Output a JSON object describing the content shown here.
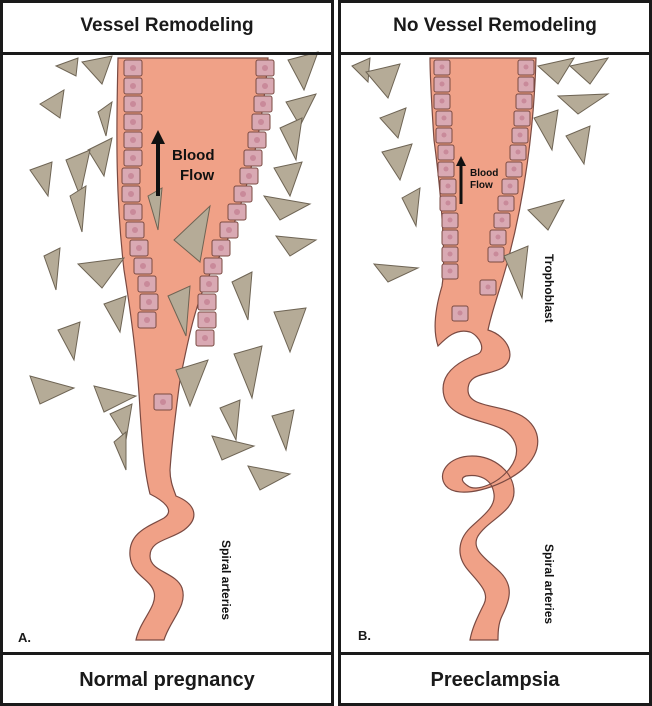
{
  "panel_a": {
    "title": "Vessel Remodeling",
    "caption": "Normal pregnancy",
    "letter": "A.",
    "flow_label_1": "Blood",
    "flow_label_2": "Flow",
    "artery_label": "Spiral arteries"
  },
  "panel_b": {
    "title": "No Vessel Remodeling",
    "caption": "Preeclampsia",
    "letter": "B.",
    "flow_label_1": "Blood",
    "flow_label_2": "Flow",
    "artery_label": "Spiral arteries",
    "cell_label": "Trophoblast"
  },
  "colors": {
    "vessel": "#f0a187",
    "vessel_outline": "#7a4a42",
    "endothelial": "#d9a9b3",
    "endothelial_core": "#c98a9a",
    "trophoblast": "#b5ab97",
    "trophoblast_nucleus": "#c23d55"
  }
}
